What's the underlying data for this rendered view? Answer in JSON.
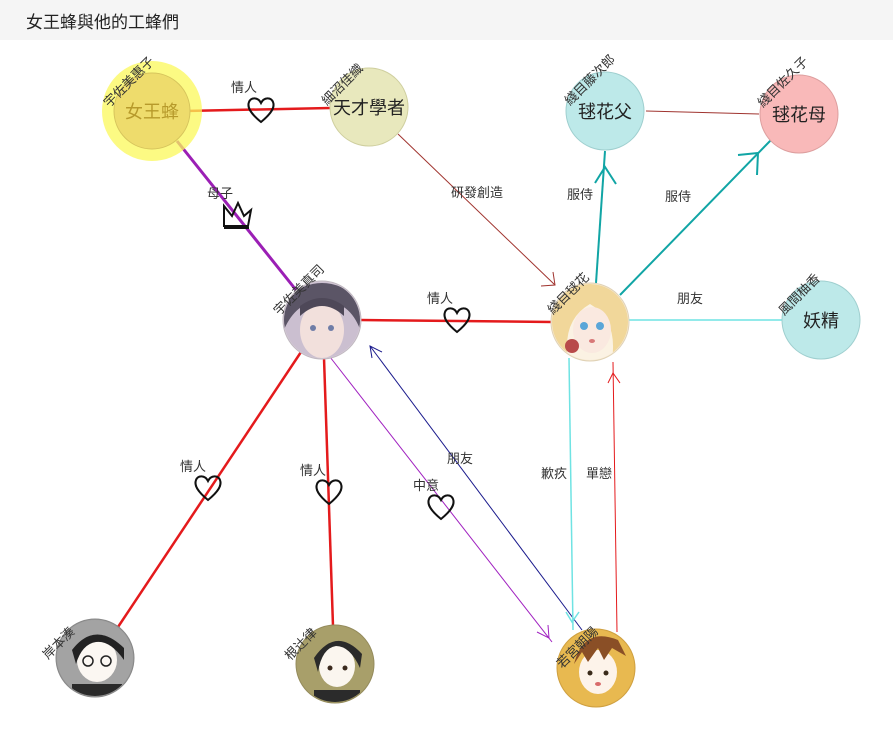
{
  "page": {
    "title": "女王蜂與他的工蜂們"
  },
  "colors": {
    "queen_fill": "#eedc6c",
    "queen_glow": "#fbf85a",
    "scholar_fill": "#e8e8bd",
    "father_fill": "#bde9e9",
    "mother_fill": "#f9b9b9",
    "fairy_fill": "#bde9e9",
    "line_red": "#e41a1c",
    "line_dark_red": "#a0342f",
    "line_purple": "#9b1fb5",
    "line_teal": "#11a5a5",
    "line_cyan": "#6fe3e3",
    "line_navy": "#1a1a8c",
    "line_violet": "#a020c0"
  },
  "nodes": {
    "queen": {
      "name": "宇佐美惠子",
      "text": "女王蜂"
    },
    "scholar": {
      "name": "細沼佳織",
      "text": "天才學者"
    },
    "father": {
      "name": "綫目藤次郎",
      "text": "毬花父"
    },
    "mother": {
      "name": "綫目佐久子",
      "text": "毬花母"
    },
    "mashi": {
      "name": "宇佐美真司",
      "icon": "portrait-icon"
    },
    "marika": {
      "name": "綫目毬花",
      "icon": "portrait-icon"
    },
    "fairy": {
      "name": "風間柚香",
      "text": "妖精"
    },
    "kishimoto": {
      "name": "岸本湊",
      "icon": "portrait-icon"
    },
    "netsuji": {
      "name": "根辻律",
      "icon": "portrait-icon"
    },
    "wakamiya": {
      "name": "若宮朝陽",
      "icon": "portrait-icon"
    }
  },
  "edges": {
    "queen_scholar": "情人",
    "queen_mashi": "母子",
    "scholar_marika": "研發創造",
    "marika_father": "服侍",
    "marika_mother": "服侍",
    "mashi_marika": "情人",
    "marika_fairy": "朋友",
    "mashi_kishimoto": "情人",
    "mashi_netsuji": "情人",
    "mashi_wakamiya": "中意",
    "wakamiya_mashi": "朋友",
    "marika_wakamiya": "歉疚",
    "wakamiya_marika": "單戀"
  }
}
